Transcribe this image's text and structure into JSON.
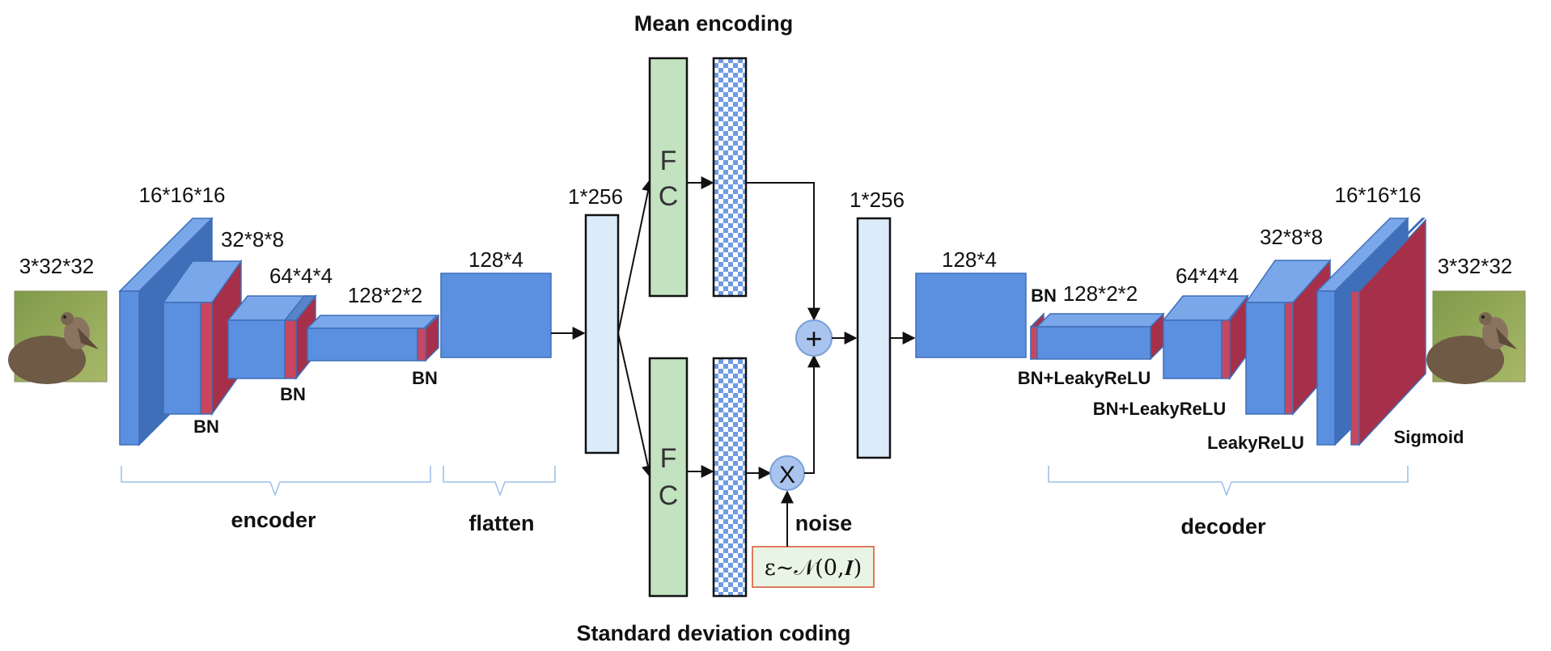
{
  "labels": {
    "input_dim": "3*32*32",
    "enc_dim1": "16*16*16",
    "enc_dim2": "32*8*8",
    "enc_dim3": "64*4*4",
    "enc_dim4": "128*2*2",
    "enc_flat": "128*4",
    "latent_dim_left": "1*256",
    "latent_dim_right": "1*256",
    "dec_flat": "128*4",
    "dec_dim1": "128*2*2",
    "dec_dim2": "64*4*4",
    "dec_dim3": "32*8*8",
    "dec_dim4": "16*16*16",
    "output_dim": "3*32*32"
  },
  "ops": {
    "bn_1": "BN",
    "bn_2": "BN",
    "bn_3": "BN",
    "bn_dec": "BN",
    "bn_leaky_1": "BN+LeakyReLU",
    "bn_leaky_2": "BN+LeakyReLU",
    "leaky": "LeakyReLU",
    "sigmoid": "Sigmoid",
    "fc_top_1": "F",
    "fc_top_2": "C",
    "fc_bottom_1": "F",
    "fc_bottom_2": "C",
    "plus": "+",
    "times": "X"
  },
  "captions": {
    "mean": "Mean encoding",
    "std": "Standard deviation coding",
    "encoder": "encoder",
    "flatten": "flatten",
    "decoder": "decoder",
    "noise": "noise",
    "noise_formula": "ε~𝒩(0,𝑰)"
  },
  "colors": {
    "block_blue": "#5b8fe0",
    "block_red": "#c8475e",
    "fc_green": "#c2e2c0",
    "latent_fill": "#dcebf9",
    "op_circle": "#a9c4ee",
    "brace": "#9ec1ea",
    "noise_border": "#e07a5f"
  },
  "images": {
    "input": "bird-photo",
    "output": "bird-photo-reconstruction"
  }
}
